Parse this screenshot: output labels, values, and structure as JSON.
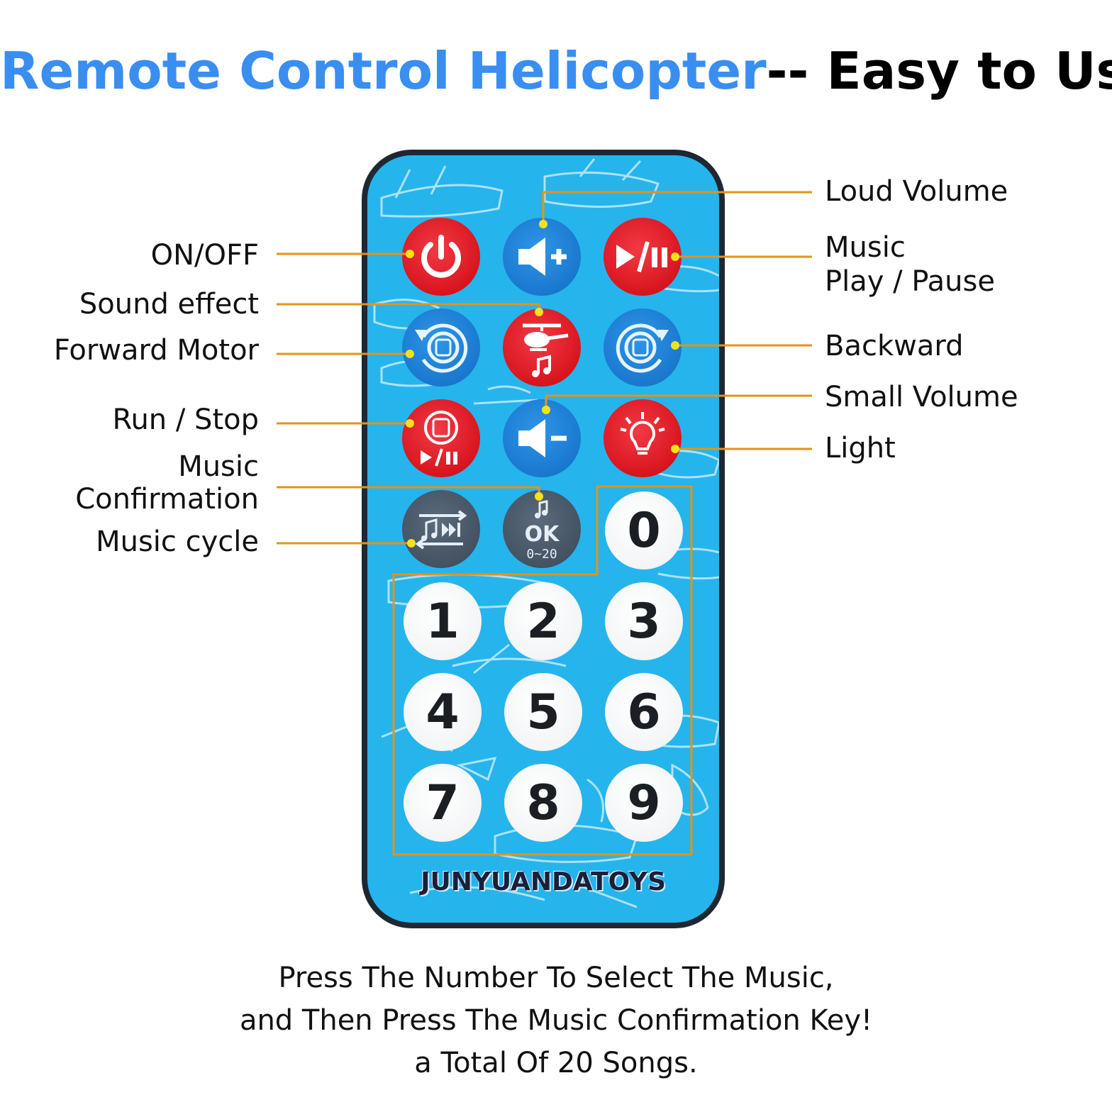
{
  "title": {
    "highlight": "Remote Control Helicopter",
    "separator": "-- ",
    "rest": "Easy to Use"
  },
  "colors": {
    "title_blue": "#3a8ef0",
    "callout_orange": "#e39418",
    "callout_dot": "#f2e21b",
    "remote_body": "#1f2733",
    "remote_face": "#26b4ec",
    "button_red": "#d8151f",
    "button_blue": "#1a78cf",
    "button_gray": "#445262"
  },
  "remote": {
    "brand": "JUNYUANDATOYS",
    "buttons": {
      "power": {
        "icon": "power-icon"
      },
      "volume_up": {
        "icon": "volume-up-icon"
      },
      "play_pause": {
        "icon": "play-pause-icon"
      },
      "forward": {
        "icon": "rotate-left-icon"
      },
      "sound_effect": {
        "icon": "helicopter-music-icon"
      },
      "backward": {
        "icon": "rotate-right-icon"
      },
      "run_stop": {
        "icon": "motor-play-pause-icon"
      },
      "volume_down": {
        "icon": "volume-down-icon"
      },
      "light": {
        "icon": "lightbulb-icon"
      },
      "music_cycle": {
        "icon": "music-cycle-icon"
      },
      "ok": {
        "icon": "music-ok-icon",
        "label": "OK",
        "range": "0~20"
      }
    },
    "keypad": [
      "0",
      "1",
      "2",
      "3",
      "4",
      "5",
      "6",
      "7",
      "8",
      "9"
    ]
  },
  "labels_left": {
    "on_off": "ON/OFF",
    "sound_effect": "Sound effect",
    "forward_motor": "Forward Motor",
    "run_stop": "Run / Stop",
    "music_confirmation_1": "Music",
    "music_confirmation_2": "Confirmation",
    "music_cycle": "Music cycle"
  },
  "labels_right": {
    "loud_volume": "Loud Volume",
    "music_play_pause_1": "Music",
    "music_play_pause_2": "Play / Pause",
    "backward": "Backward",
    "small_volume": "Small Volume",
    "light": "Light"
  },
  "footer": {
    "line1": "Press The Number To Select The Music,",
    "line2": "and Then Press The Music Confirmation Key!",
    "line3": "a Total Of 20 Songs."
  }
}
